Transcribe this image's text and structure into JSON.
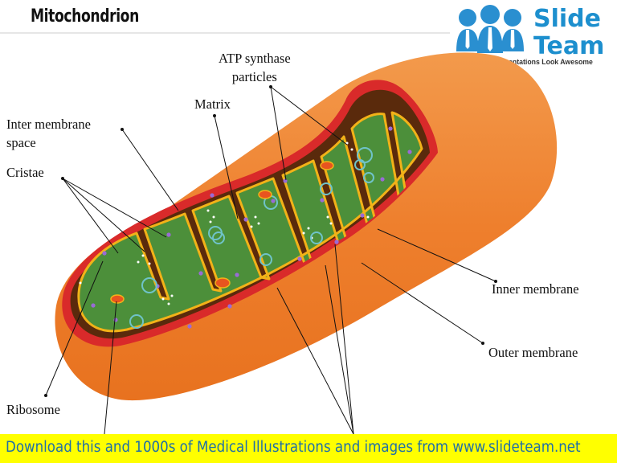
{
  "title": "Mitochondrion",
  "logo": {
    "line1": "Slide",
    "line2": "Team",
    "tagline": "Making Your Presentations Look Awesome"
  },
  "labels": {
    "atp_synthase": [
      "ATP synthase",
      "particles"
    ],
    "matrix": "Matrix",
    "inter_membrane": [
      "Inter membrane",
      "space"
    ],
    "cristae": "Cristae",
    "inner_membrane": "Inner membrane",
    "outer_membrane": "Outer membrane",
    "ribosome": "Ribosome"
  },
  "footer": "Download this and 1000s of Medical Illustrations and images from www.slideteam.net",
  "colors": {
    "outer": "#ee7f2d",
    "outer_light": "#f3a05a",
    "membrane_red": "#d92a2a",
    "intermembrane": "#5a2a0c",
    "matrix": "#4c8f3a",
    "matrix_border": "#f2b218",
    "footer_bg": "#ffff00",
    "footer_text": "#1f6fa8",
    "logo_blue": "#1d8fce"
  }
}
